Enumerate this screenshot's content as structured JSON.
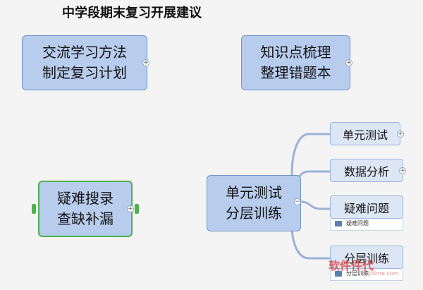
{
  "title": "中学段期末复习开展建议",
  "nodes": {
    "exchange": {
      "line1": "交流学习方法",
      "line2": "制定复习计划"
    },
    "knowledge": {
      "line1": "知识点梳理",
      "line2": "整理错题本"
    },
    "difficult": {
      "line1": "疑难搜录",
      "line2": "查缺补漏"
    },
    "unit": {
      "line1": "单元测试",
      "line2": "分层训练"
    }
  },
  "children": [
    {
      "label": "单元测试"
    },
    {
      "label": "数据分析"
    },
    {
      "label": "疑难问题",
      "attachment": "疑难问题"
    },
    {
      "label": "分层训练",
      "attachment": "分层训练"
    }
  ],
  "watermark": {
    "text": "软件件代",
    "url": "Pptime.com"
  },
  "colors": {
    "node_fill": "#b8cdee",
    "node_border": "#6f92c9",
    "child_fill": "#dde6f5",
    "connector": "#9db1d8",
    "selected_border": "#4fb04f"
  }
}
